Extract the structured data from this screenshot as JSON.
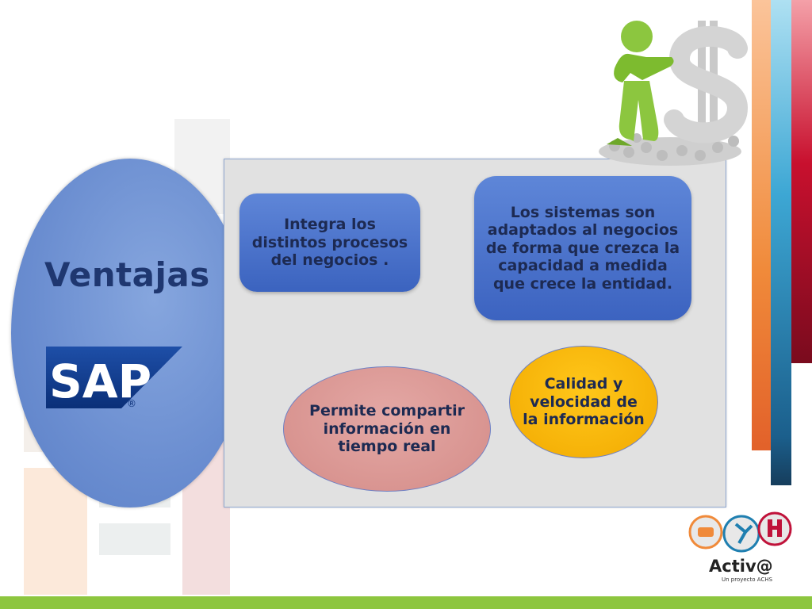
{
  "slide": {
    "title": "Ventajas",
    "boxes": {
      "integra": "Integra los distintos procesos del  negocios .",
      "adaptados": "Los sistemas son adaptados al negocios de forma que crezca la capacidad a medida que crece la entidad.",
      "compartir": "Permite compartir información en tiempo real",
      "calidad": "Calidad y velocidad de la información"
    }
  },
  "logos": {
    "sap": {
      "text": "SAP",
      "registered": "®"
    },
    "activa": {
      "name": "Activ@",
      "subtitle": "Un proyecto ACHS"
    }
  },
  "colors": {
    "oval_blue": "#6a8dd0",
    "title_navy": "#1f3770",
    "box_blue": "#4a72cc",
    "ellipse_pink": "#d9938f",
    "ellipse_yellow": "#f9b800",
    "panel_grey": "#e1e1e1",
    "band_green": "#8dc63f",
    "stripe_orange": "#f08a3a",
    "stripe_blue": "#1f7fb0",
    "stripe_red": "#c0123a"
  },
  "icons": {
    "figure": "figure-dollar-icon",
    "sap": "sap-logo",
    "activa": "activa-logo"
  }
}
